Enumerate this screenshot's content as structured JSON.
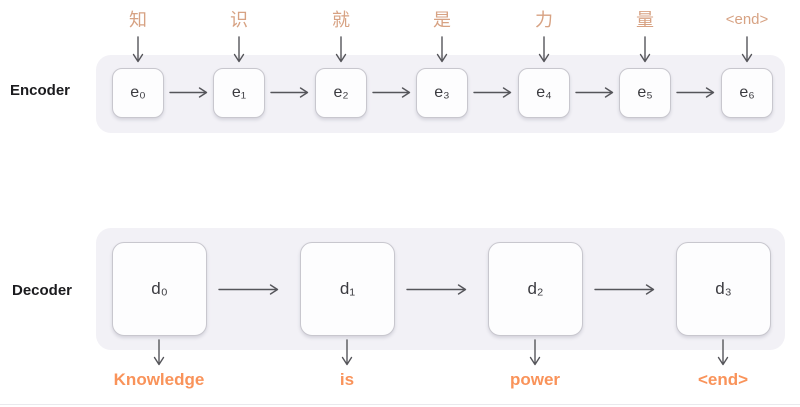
{
  "colors": {
    "input_token": "#d7a283",
    "output_token": "#f9935a",
    "panel_bg": "#f2f1f6",
    "cell_border": "#c8c7ce",
    "cell_bg": "#fdfdfe",
    "cell_text": "#3b3b40",
    "arrow": "#55555a",
    "label_text": "#1b1b1e"
  },
  "encoder": {
    "label": "Encoder",
    "input_tokens": [
      "知",
      "识",
      "就",
      "是",
      "力",
      "量",
      "<end>"
    ],
    "cells": [
      "e₀",
      "e₁",
      "e₂",
      "e₃",
      "e₄",
      "e₅",
      "e₆"
    ]
  },
  "decoder": {
    "label": "Decoder",
    "cells": [
      "d₀",
      "d₁",
      "d₂",
      "d₃"
    ],
    "output_tokens": [
      "Knowledge",
      "is",
      "power",
      "<end>"
    ]
  }
}
